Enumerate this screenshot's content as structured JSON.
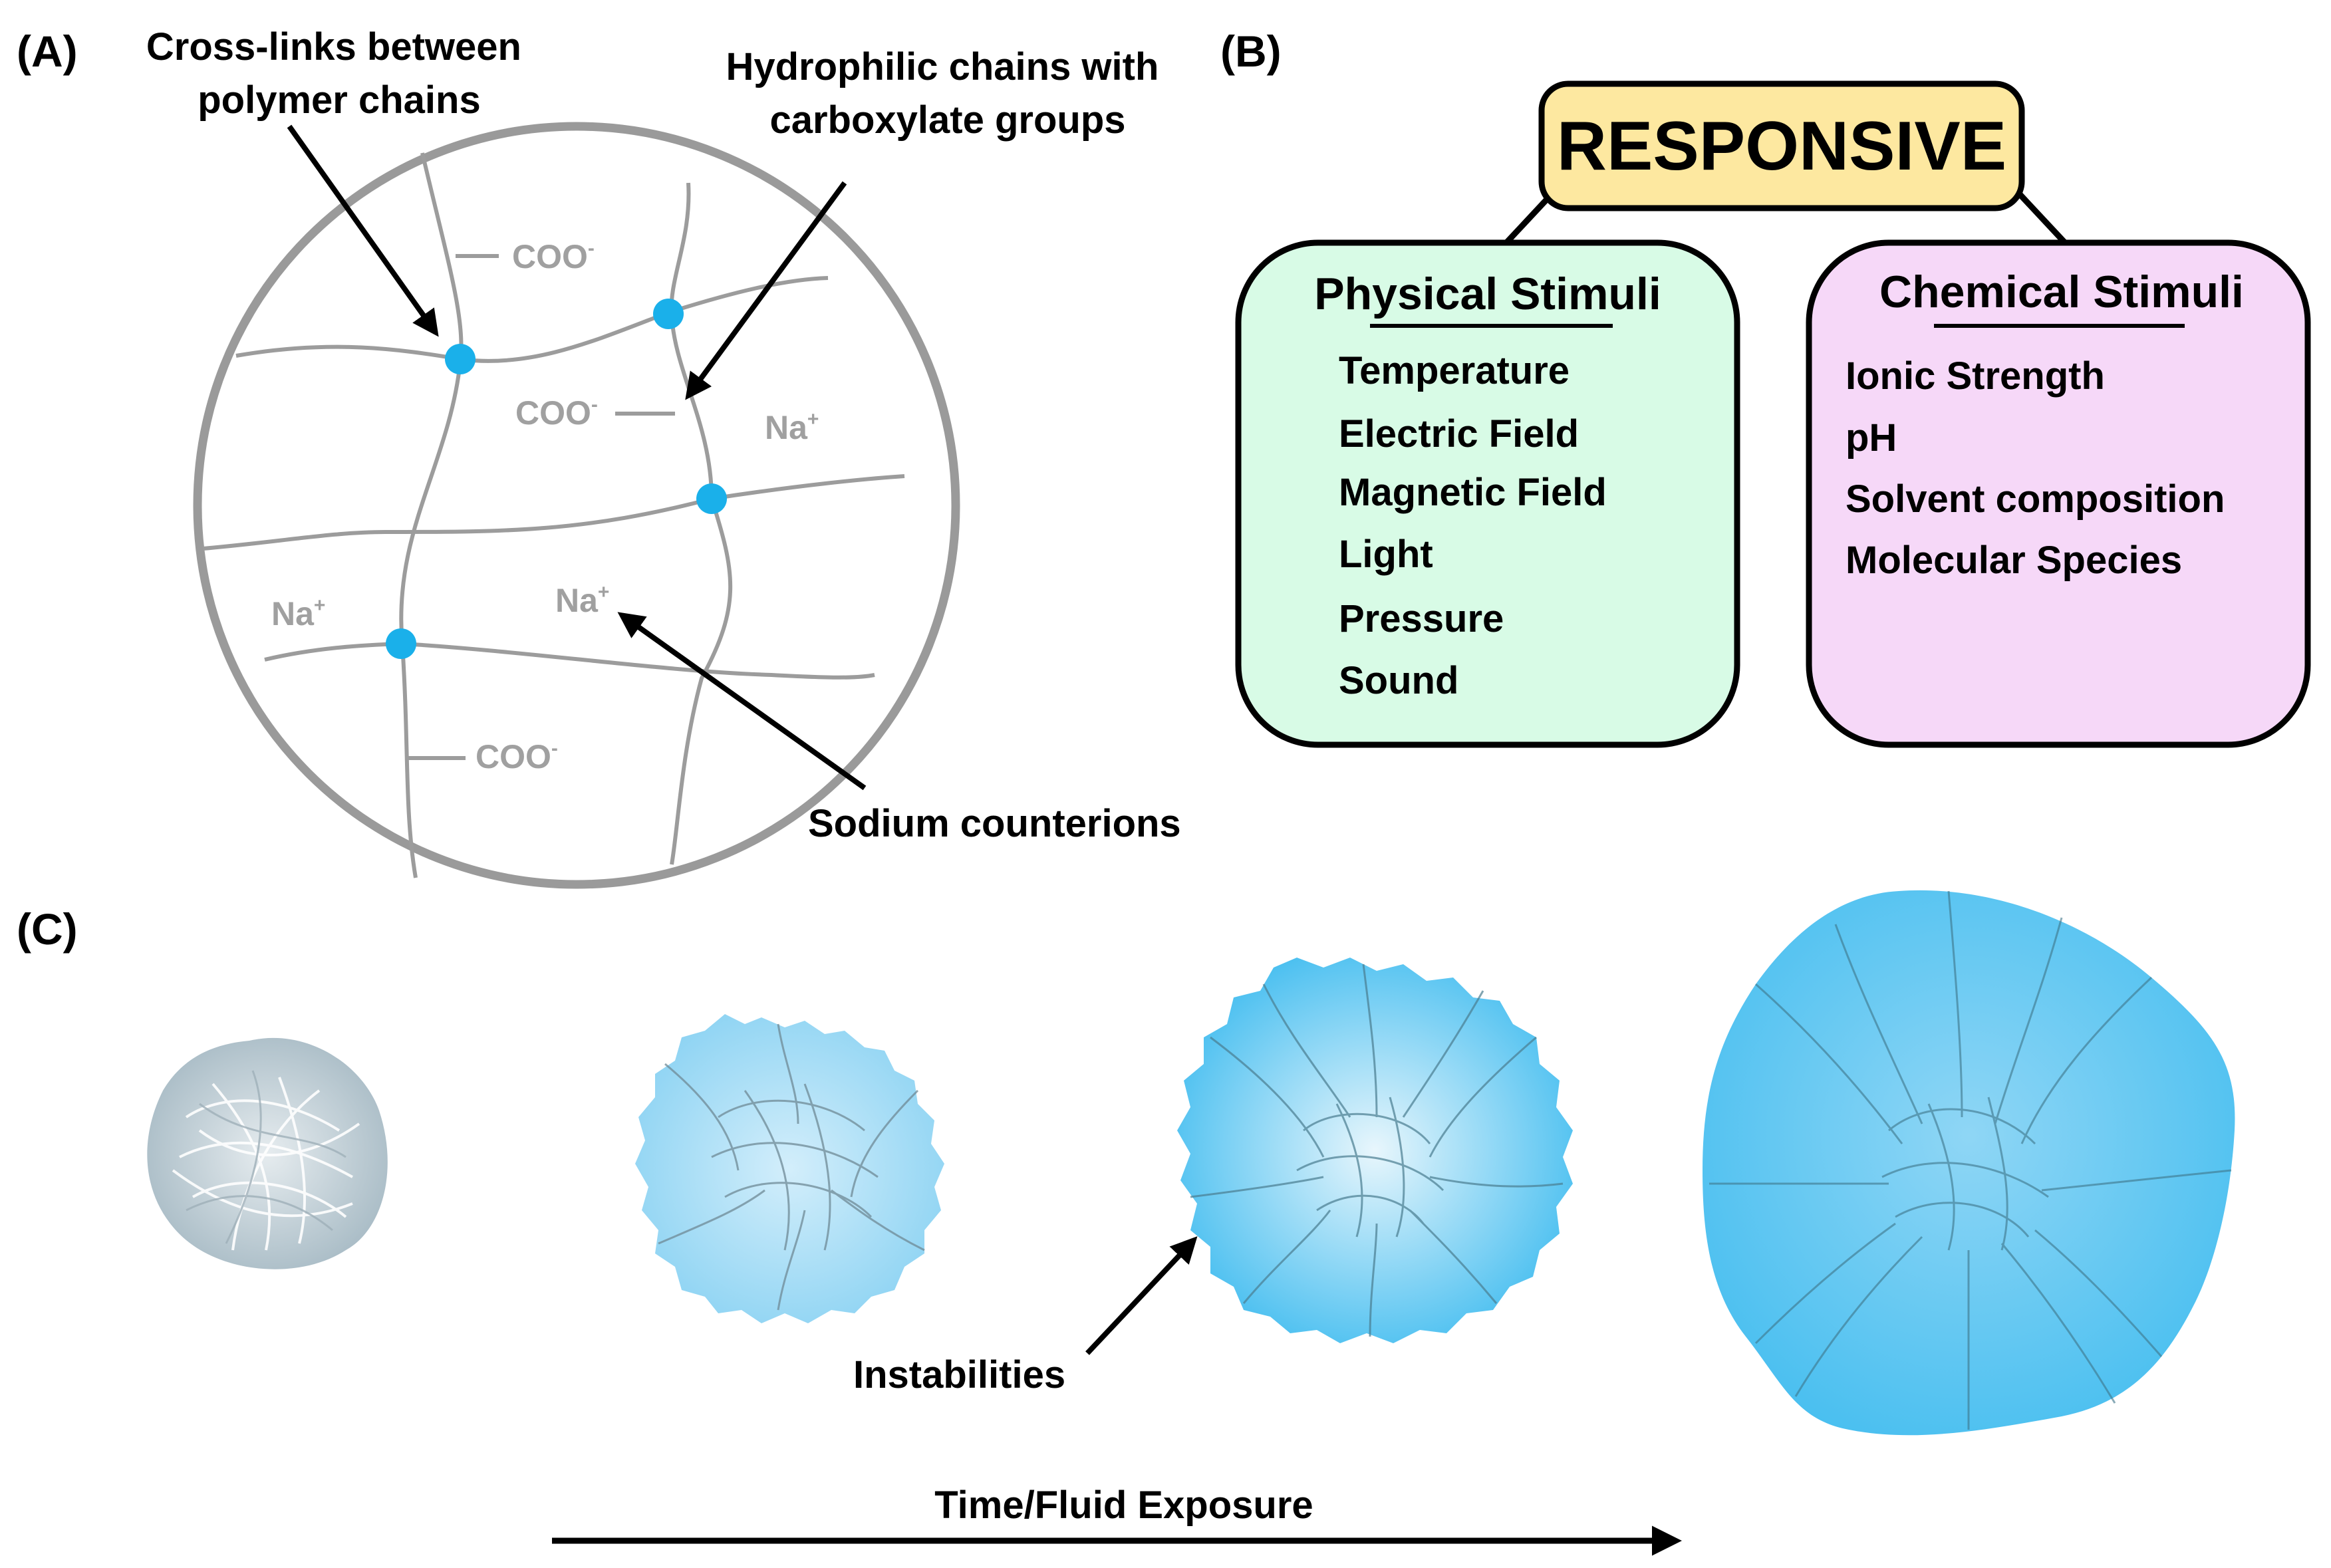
{
  "panels": {
    "a_label": "(A)",
    "b_label": "(B)",
    "c_label": "(C)"
  },
  "panel_a": {
    "callout_crosslinks": [
      "Cross-links between",
      "polymer chains"
    ],
    "callout_hydrophilic": [
      "Hydrophilic chains with",
      "carboxylate groups"
    ],
    "callout_sodium": "Sodium counterions",
    "carboxylate": {
      "base": "COO",
      "sup": "-"
    },
    "sodium": {
      "base": "Na",
      "sup": "+"
    },
    "colors": {
      "crosslink": "#1ab0ea",
      "network": "#9c9c9c",
      "circle": "#9a9a9a"
    }
  },
  "panel_b": {
    "root": "RESPONSIVE",
    "physical": {
      "title": "Physical Stimuli",
      "items": [
        "Temperature",
        "Electric Field",
        "Magnetic Field",
        "Light",
        "Pressure",
        "Sound"
      ]
    },
    "chemical": {
      "title": "Chemical Stimuli",
      "items": [
        "Ionic Strength",
        "pH",
        "Solvent composition",
        "Molecular Species"
      ]
    },
    "colors": {
      "root": "#fde8a0",
      "physical": "#d8fbe6",
      "chemical": "#f6d8f8"
    }
  },
  "panel_c": {
    "instabilities": "Instabilities",
    "axis_label": "Time/Fluid Exposure",
    "colors": {
      "dry": "#c4d4dc",
      "swollen": "#5cc8f2"
    }
  }
}
